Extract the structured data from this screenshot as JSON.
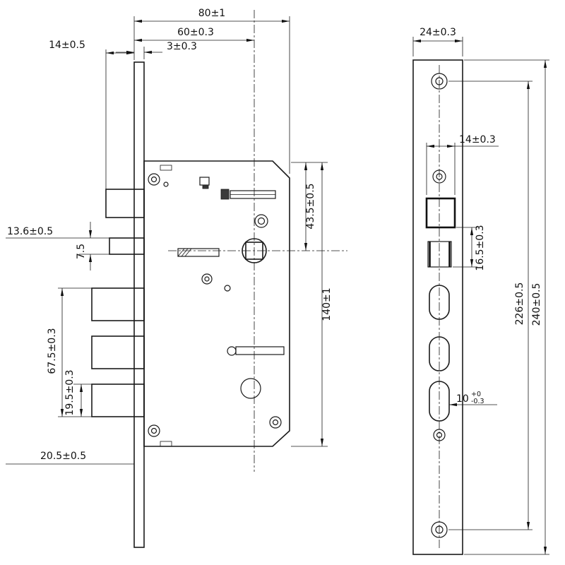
{
  "palette": {
    "ink": "#1a1a1a",
    "background": "#ffffff"
  },
  "dimensions": {
    "side": {
      "overall_depth": "80±1",
      "backset": "60±0.3",
      "faceplate_thickness": "3±0.3",
      "latch_projection": "14±0.5",
      "latch_center_ref": "13.6±0.5",
      "aux_bolt_height": "7.5",
      "deadbolt_span": "67.5±0.3",
      "deadbolt_block_height": "19.5±0.3",
      "bottom_ref": "20.5±0.5",
      "top_to_spindle": "43.5±0.5",
      "case_height": "140±1"
    },
    "front": {
      "faceplate_width": "24±0.3",
      "latch_hole_width": "14±0.3",
      "bolt_hole_height": "16.5±0.3",
      "screw_spacing": "226±0.5",
      "faceplate_length": "240±0.5",
      "slot_width": "10",
      "slot_tol_upper": "+0",
      "slot_tol_lower": "-0.3"
    }
  }
}
